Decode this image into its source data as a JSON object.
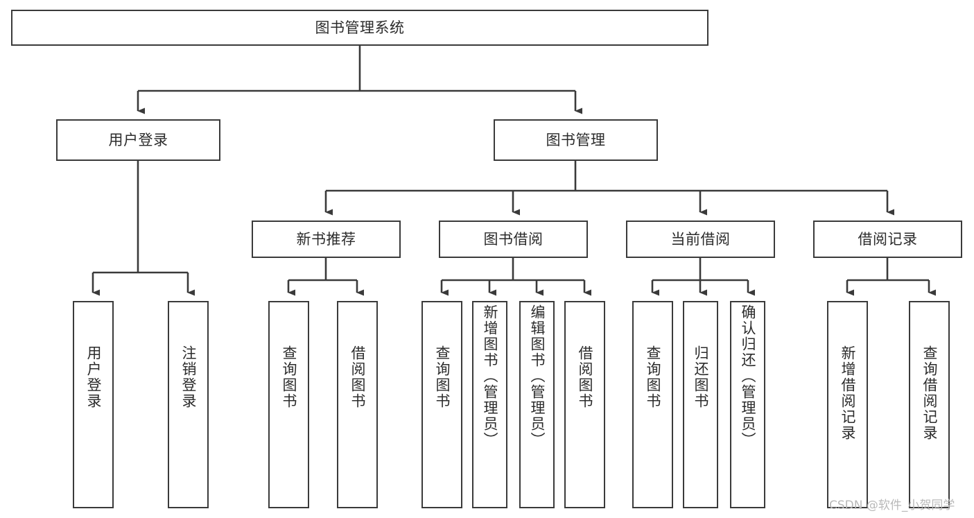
{
  "diagram": {
    "title": "图书管理系统",
    "type": "hierarchy-tree",
    "watermark": "CSDN @软件_小贺同学",
    "colors": {
      "background": "#ffffff",
      "box_border": "#3a3a3a",
      "connector": "#3a3a3a",
      "text": "#2b2b2b",
      "watermark": "#b9b9b9"
    },
    "nodes": {
      "root": {
        "label": "图书管理系统",
        "level": 0
      },
      "user_login": {
        "label": "用户登录",
        "level": 1
      },
      "book_manage": {
        "label": "图书管理",
        "level": 1
      },
      "new_book_rec": {
        "label": "新书推荐",
        "level": 2
      },
      "book_borrow": {
        "label": "图书借阅",
        "level": 2
      },
      "current_borrow": {
        "label": "当前借阅",
        "level": 2
      },
      "borrow_record": {
        "label": "借阅记录",
        "level": 2
      },
      "leaf_user_login": {
        "label": "用户登录",
        "level": 3
      },
      "leaf_logout": {
        "label": "注销登录",
        "level": 3
      },
      "leaf_query_book_1": {
        "label": "查询图书",
        "level": 3
      },
      "leaf_borrow_book_1": {
        "label": "借阅图书",
        "level": 3
      },
      "leaf_query_book_2": {
        "label": "查询图书",
        "level": 3
      },
      "leaf_add_book": {
        "label": "新增图书（管理员）",
        "level": 3
      },
      "leaf_edit_book": {
        "label": "编辑图书（管理员）",
        "level": 3
      },
      "leaf_borrow_book_2": {
        "label": "借阅图书",
        "level": 3
      },
      "leaf_query_book_3": {
        "label": "查询图书",
        "level": 3
      },
      "leaf_return_book": {
        "label": "归还图书",
        "level": 3
      },
      "leaf_confirm_return": {
        "label": "确认归还（管理员）",
        "level": 3
      },
      "leaf_add_record": {
        "label": "新增借阅记录",
        "level": 3
      },
      "leaf_query_record": {
        "label": "查询借阅记录",
        "level": 3
      }
    },
    "edges": [
      {
        "from": "root",
        "to": "user_login"
      },
      {
        "from": "root",
        "to": "book_manage"
      },
      {
        "from": "book_manage",
        "to": "new_book_rec"
      },
      {
        "from": "book_manage",
        "to": "book_borrow"
      },
      {
        "from": "book_manage",
        "to": "current_borrow"
      },
      {
        "from": "book_manage",
        "to": "borrow_record"
      },
      {
        "from": "user_login",
        "to": "leaf_user_login"
      },
      {
        "from": "user_login",
        "to": "leaf_logout"
      },
      {
        "from": "new_book_rec",
        "to": "leaf_query_book_1"
      },
      {
        "from": "new_book_rec",
        "to": "leaf_borrow_book_1"
      },
      {
        "from": "book_borrow",
        "to": "leaf_query_book_2"
      },
      {
        "from": "book_borrow",
        "to": "leaf_add_book"
      },
      {
        "from": "book_borrow",
        "to": "leaf_edit_book"
      },
      {
        "from": "book_borrow",
        "to": "leaf_borrow_book_2"
      },
      {
        "from": "current_borrow",
        "to": "leaf_query_book_3"
      },
      {
        "from": "current_borrow",
        "to": "leaf_return_book"
      },
      {
        "from": "current_borrow",
        "to": "leaf_confirm_return"
      },
      {
        "from": "borrow_record",
        "to": "leaf_add_record"
      },
      {
        "from": "borrow_record",
        "to": "leaf_query_record"
      }
    ]
  }
}
